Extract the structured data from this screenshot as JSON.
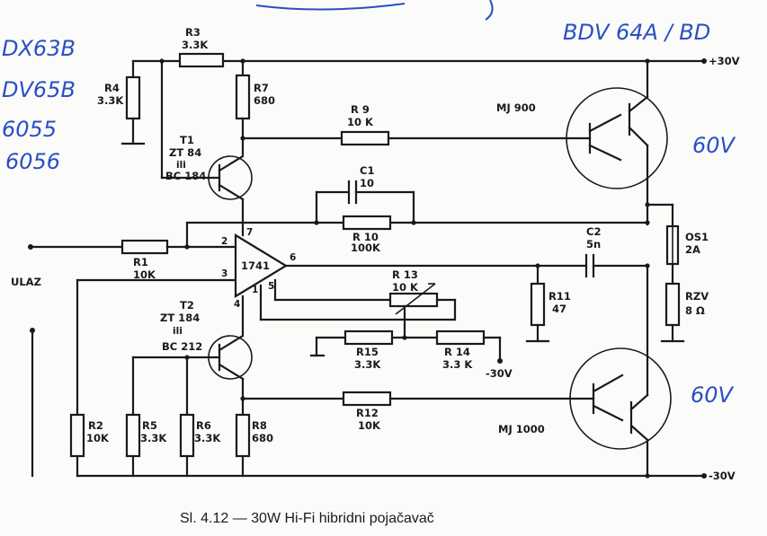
{
  "caption": "Sl. 4.12 — 30W Hi-Fi hibridni pojačavač",
  "rails": {
    "positive": "+30V",
    "negative": "-30V",
    "minus30_small": "-30V"
  },
  "input_label": "ULAZ",
  "opamp": {
    "name": "1741",
    "pins": [
      "2",
      "3",
      "4",
      "7",
      "6",
      "1",
      "5"
    ]
  },
  "transistors": {
    "t1": {
      "name": "T1",
      "line1": "ZT 84",
      "line2": "ili",
      "line3": "BC 184"
    },
    "t2": {
      "name": "T2",
      "line1": "ZT 184",
      "line2": "ili",
      "line3": "BC 212"
    },
    "q_top": "MJ 900",
    "q_bot": "MJ 1000"
  },
  "resistors": {
    "r1": {
      "name": "R1",
      "value": "10K"
    },
    "r2": {
      "name": "R2",
      "value": "10K"
    },
    "r3": {
      "name": "R3",
      "value": "3.3K"
    },
    "r4": {
      "name": "R4",
      "value": "3.3K"
    },
    "r5": {
      "name": "R5",
      "value": "3.3K"
    },
    "r6": {
      "name": "R6",
      "value": "3.3K"
    },
    "r7": {
      "name": "R7",
      "value": "680"
    },
    "r8": {
      "name": "R8",
      "value": "680"
    },
    "r9": {
      "name": "R 9",
      "value": "10 K"
    },
    "r10": {
      "name": "R 10",
      "value": "100K"
    },
    "r11": {
      "name": "R11",
      "value": "47"
    },
    "r12": {
      "name": "R12",
      "value": "10K"
    },
    "r13": {
      "name": "R 13",
      "value": "10 K"
    },
    "r14": {
      "name": "R 14",
      "value": "3.3 K"
    },
    "r15": {
      "name": "R15",
      "value": "3.3K"
    },
    "rzv": {
      "name": "RZV",
      "value": "8 Ω"
    }
  },
  "capacitors": {
    "c1": {
      "name": "C1",
      "value": "10"
    },
    "c2": {
      "name": "C2",
      "value": "5n"
    }
  },
  "fuse": {
    "name": "OS1",
    "value": "2A"
  },
  "handwritten": {
    "left": [
      "DX63B",
      "DV65B",
      "6055",
      "6056"
    ],
    "top_right": "BDV 64A / BD",
    "volt_top": "60V",
    "volt_bot": "60V"
  },
  "colors": {
    "ink": "#1a1a1a",
    "pen": "#2a4fc4",
    "paper": "#fbfbf9"
  }
}
